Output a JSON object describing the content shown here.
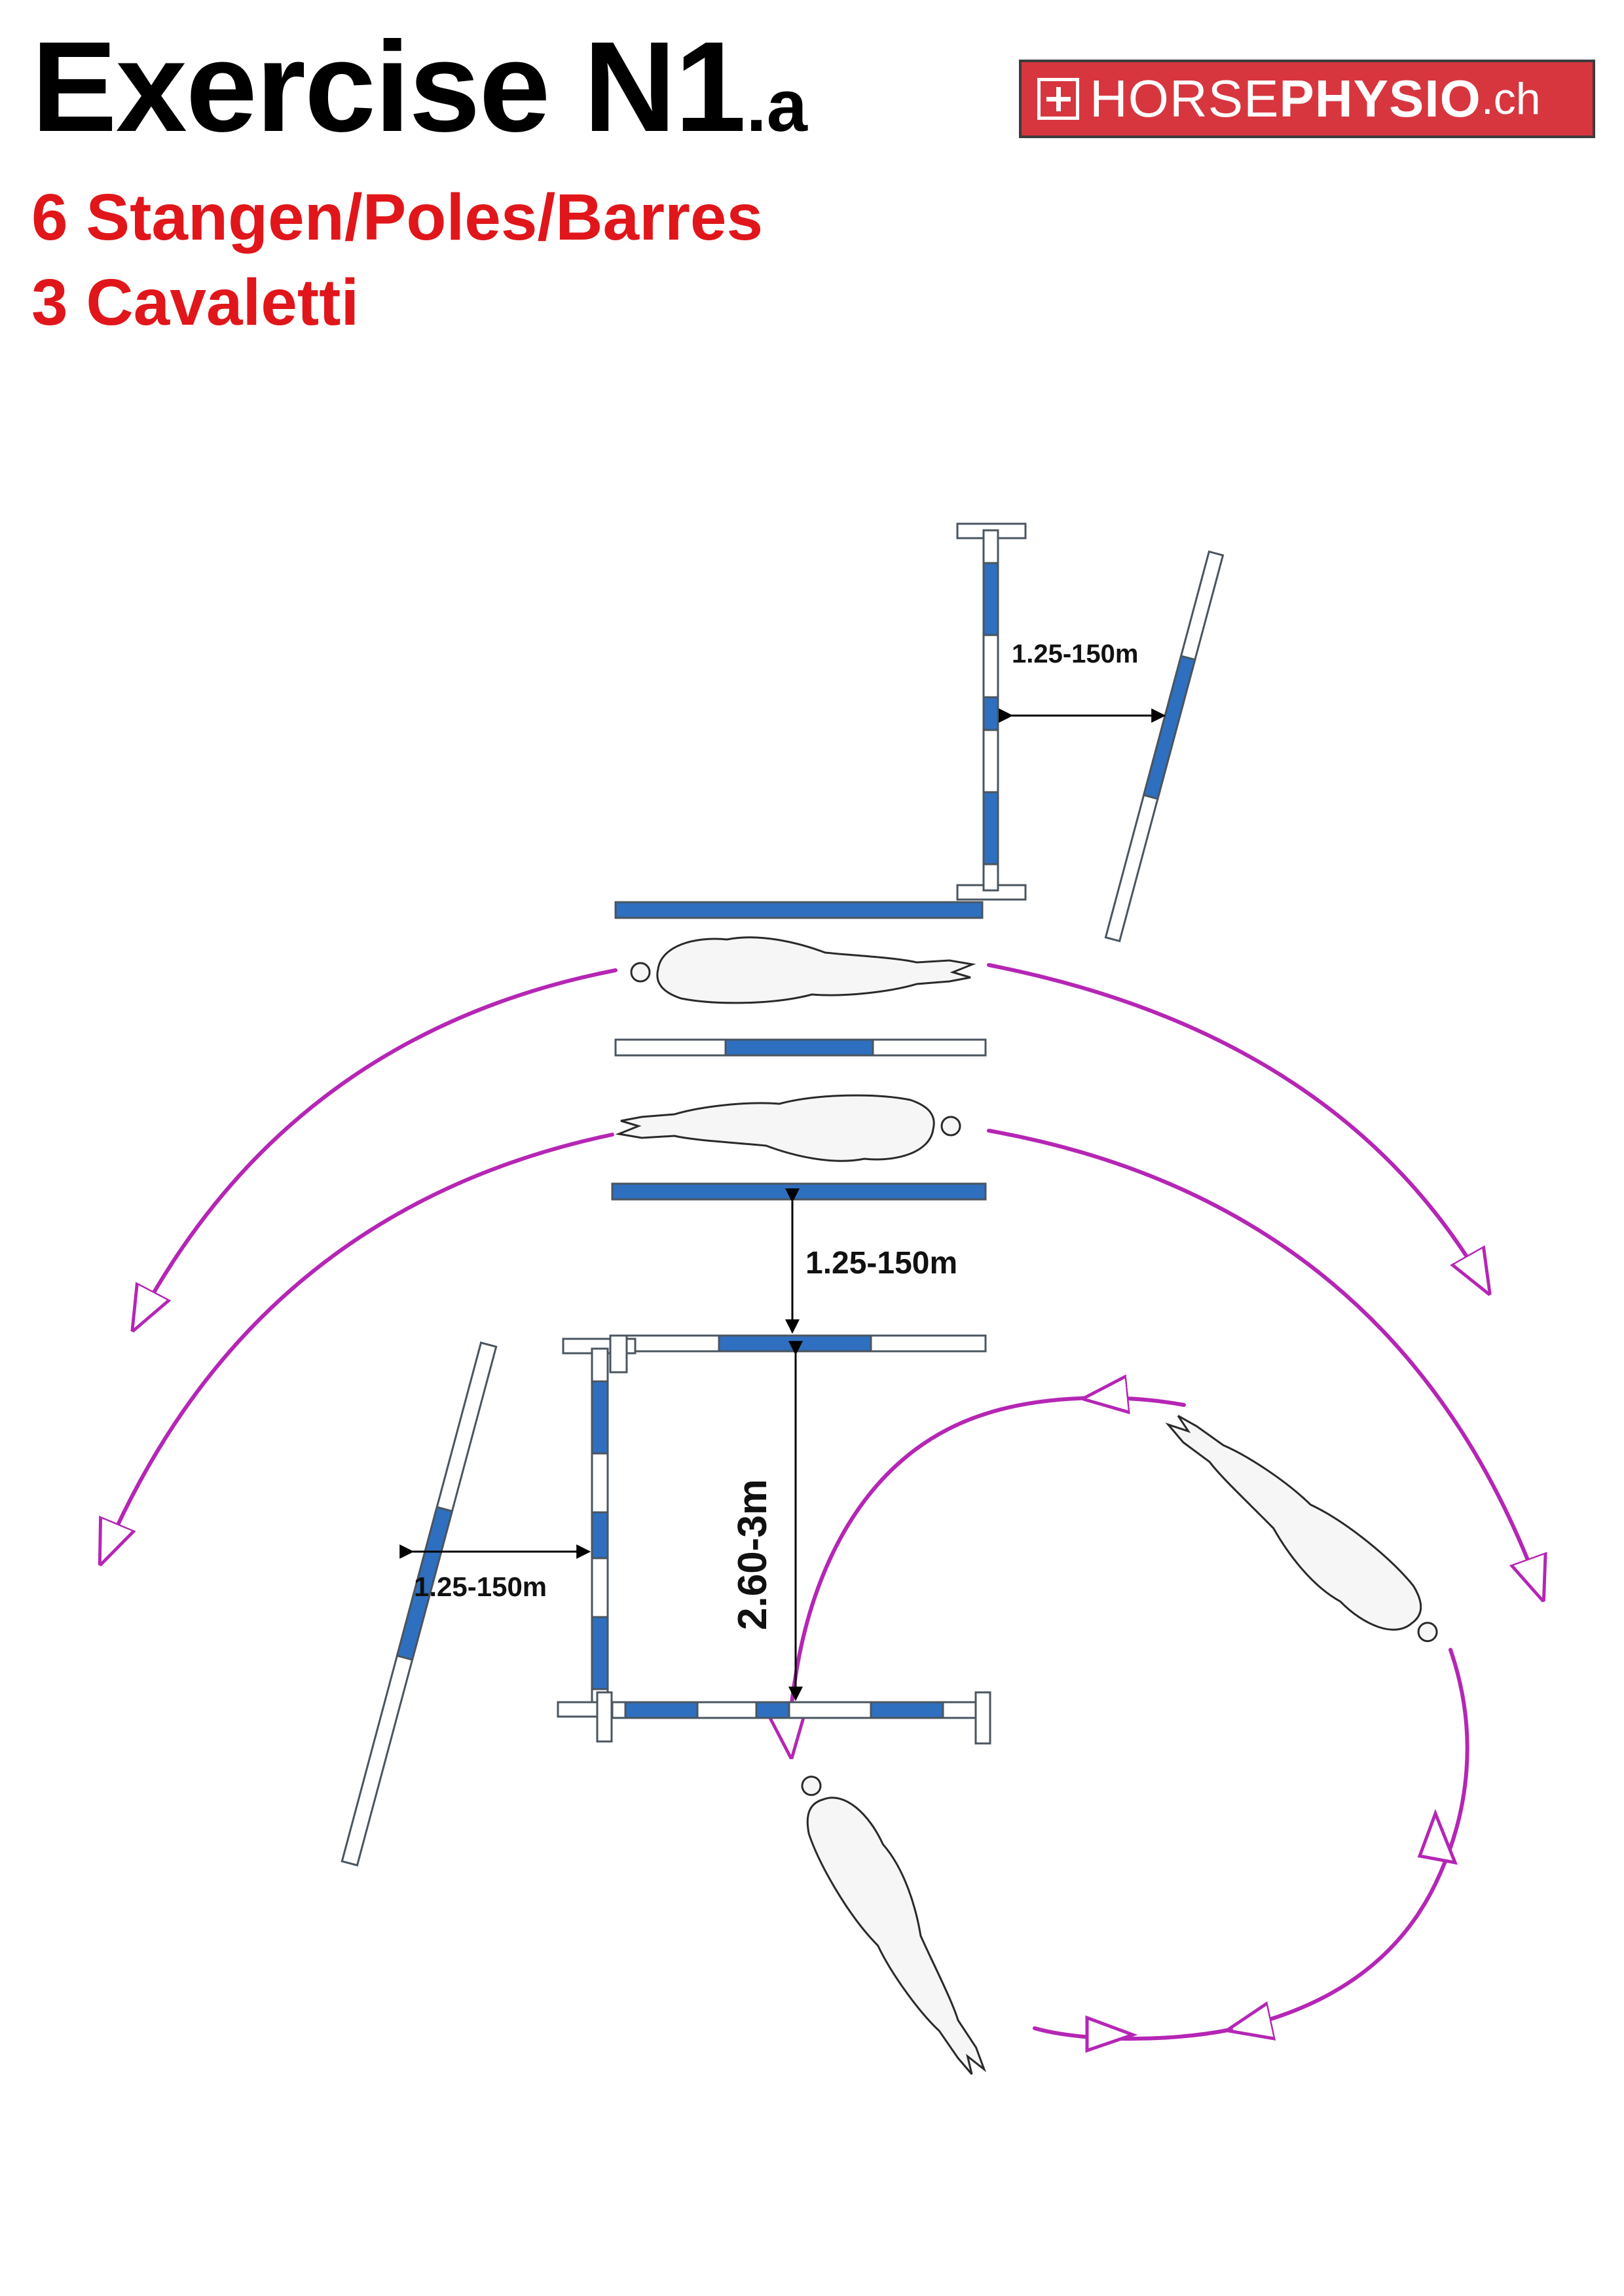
{
  "header": {
    "title_main": "Exercise N1",
    "title_suffix": ".a",
    "subtitle_line1": "6 Stangen/Poles/Barres",
    "subtitle_line2": "3 Cavaletti"
  },
  "logo": {
    "icon": "swiss-cross-icon",
    "part1": "HORSE",
    "part2": "PHYSIO",
    "part3": ".ch"
  },
  "diagram": {
    "distance_top": "1.25-150m",
    "distance_middle": "1.25-150m",
    "distance_left": "1.25-150m",
    "distance_vertical": "2.60-3m"
  },
  "colors": {
    "title": "#000000",
    "subtitle": "#e0161b",
    "logo_background": "#d7363f",
    "pole_blue": "#2f6fbf",
    "track": "#b526b5",
    "outline": "#4a5560"
  }
}
